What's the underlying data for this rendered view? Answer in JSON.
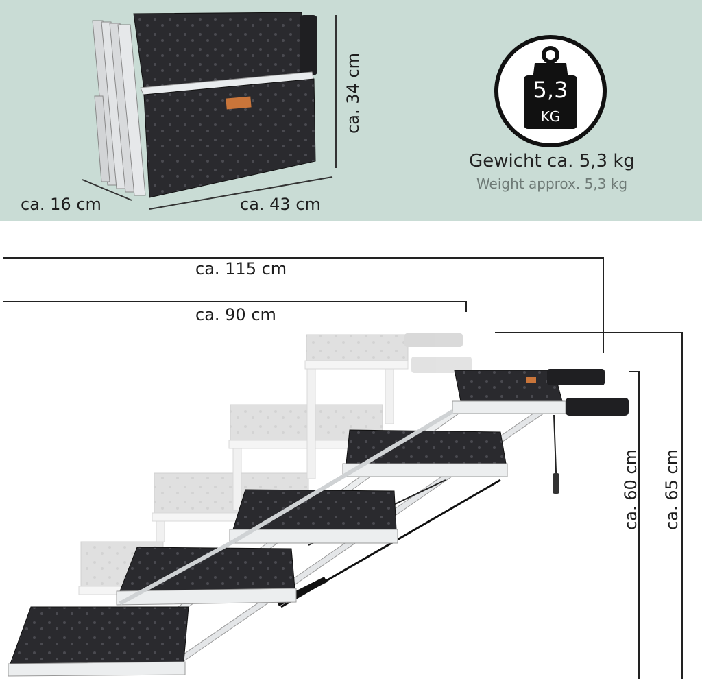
{
  "folded": {
    "depth_label": "ca. 16 cm",
    "width_label": "ca. 43 cm",
    "height_label": "ca. 34 cm"
  },
  "weight": {
    "icon_value": "5,3",
    "icon_unit": "KG",
    "title": "Gewicht ca. 5,3 kg",
    "subtitle": "Weight approx. 5,3 kg",
    "icon": "weight-icon"
  },
  "unfolded": {
    "length_long_label": "ca. 115 cm",
    "length_short_label": "ca. 90 cm",
    "height_low_label": "ca. 60 cm",
    "height_high_label": "ca. 65 cm"
  },
  "colors": {
    "panel_bg": "#c9dcd5",
    "step_fabric": "#2a2a2e",
    "frame": "#e9ecee"
  }
}
